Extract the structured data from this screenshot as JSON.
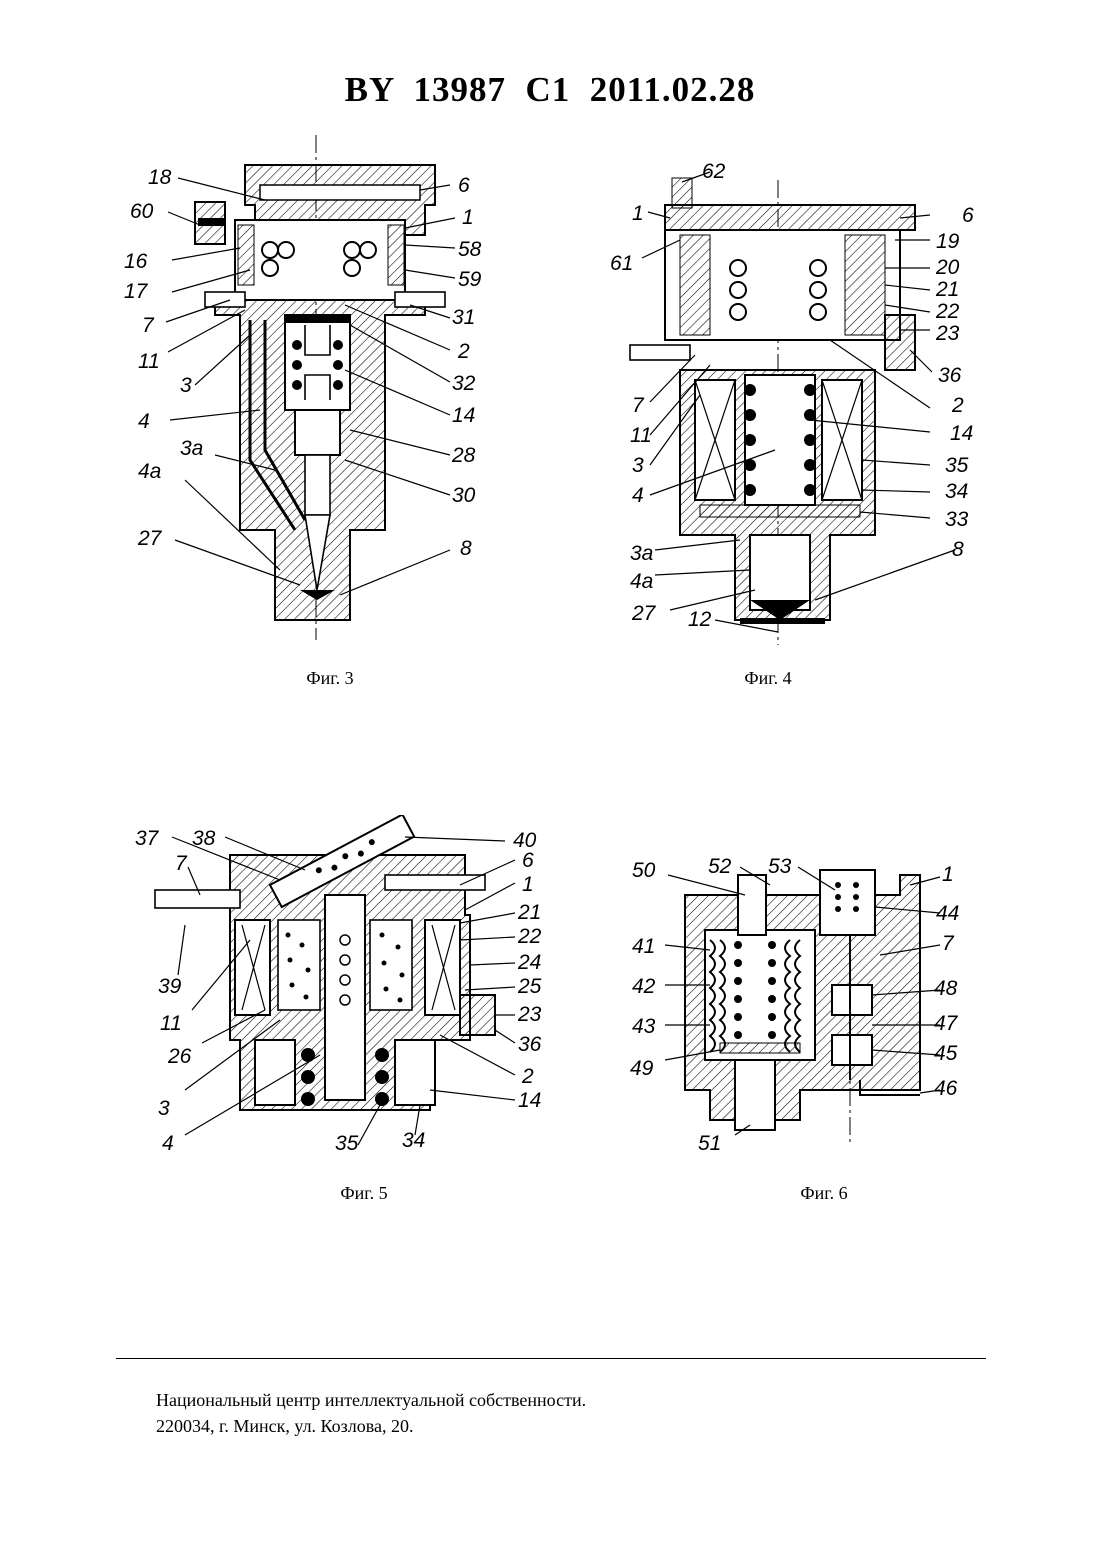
{
  "header": {
    "title": "BY  13987  C1  2011.02.28"
  },
  "figures": [
    {
      "caption": "Фиг. 3",
      "labels": [
        "18",
        "60",
        "16",
        "17",
        "7",
        "11",
        "3",
        "4",
        "3a",
        "4a",
        "27",
        "6",
        "1",
        "58",
        "59",
        "31",
        "2",
        "32",
        "14",
        "28",
        "30",
        "8"
      ]
    },
    {
      "caption": "Фиг. 4",
      "labels": [
        "62",
        "1",
        "61",
        "7",
        "11",
        "3",
        "4",
        "3a",
        "4a",
        "27",
        "12",
        "6",
        "19",
        "20",
        "21",
        "22",
        "23",
        "36",
        "2",
        "14",
        "35",
        "34",
        "33",
        "8"
      ]
    },
    {
      "caption": "Фиг. 5",
      "labels": [
        "37",
        "38",
        "7",
        "39",
        "11",
        "26",
        "3",
        "4",
        "35",
        "34",
        "40",
        "6",
        "1",
        "21",
        "22",
        "24",
        "25",
        "23",
        "36",
        "2",
        "14"
      ]
    },
    {
      "caption": "Фиг. 6",
      "labels": [
        "50",
        "52",
        "53",
        "41",
        "42",
        "43",
        "49",
        "51",
        "1",
        "44",
        "7",
        "48",
        "47",
        "45",
        "46"
      ]
    }
  ],
  "footer": {
    "line1": "Национальный центр интеллектуальной собственности.",
    "line2": "220034, г. Минск, ул. Козлова, 20."
  }
}
